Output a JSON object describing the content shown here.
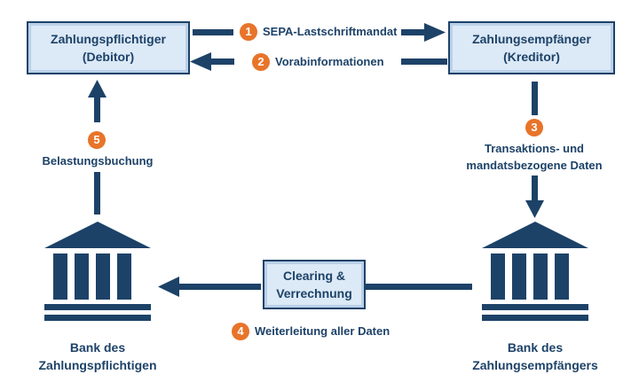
{
  "colors": {
    "navy": "#1d4268",
    "box_fill": "#dce9f6",
    "accent": "#e8742a"
  },
  "payer_box": {
    "line1": "Zahlungspflichtiger",
    "line2": "(Debitor)"
  },
  "payee_box": {
    "line1": "Zahlungsempfänger",
    "line2": "(Kreditor)"
  },
  "clearing_box": {
    "line1": "Clearing &",
    "line2": "Verrechnung"
  },
  "steps": [
    {
      "number": "1",
      "label": "SEPA-Lastschriftmandat"
    },
    {
      "number": "2",
      "label": "Vorabinformationen"
    },
    {
      "number": "3",
      "label_line1": "Transaktions- und",
      "label_line2": "mandatsbezogene Daten"
    },
    {
      "number": "4",
      "label": "Weiterleitung aller Daten"
    },
    {
      "number": "5",
      "label": "Belastungsbuchung"
    }
  ],
  "bank_payer": {
    "line1": "Bank des",
    "line2": "Zahlungspflichtigen"
  },
  "bank_payee": {
    "line1": "Bank des",
    "line2": "Zahlungsempfängers"
  },
  "icons": {
    "bank_payer": "bank-building-icon",
    "bank_payee": "bank-building-icon",
    "arrows": "arrow-icon"
  }
}
